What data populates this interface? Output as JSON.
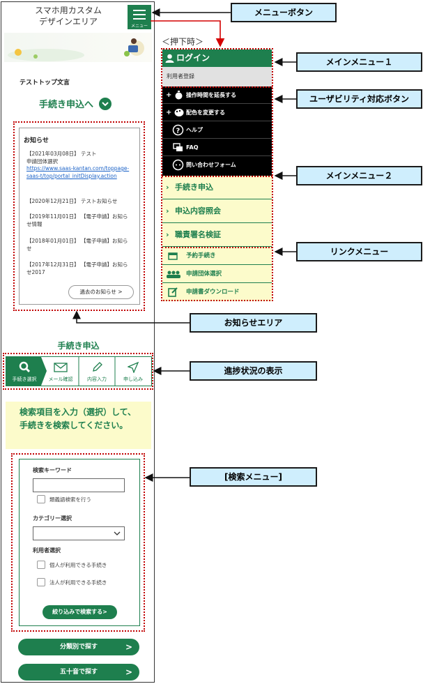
{
  "phone": {
    "design_area": [
      "スマホ用カスタム",
      "デザインエリア"
    ],
    "menu_button_label": "メニュー",
    "top_text": "テストトップ文言",
    "procedure_link": "手続き申込へ",
    "news": {
      "title": "お知らせ",
      "items": [
        {
          "date_title": "【2021年03月08日】 テスト",
          "sub": "申請団体選択",
          "link": "https://www.saas-kantan.com/toppage-saas-t/top/portal_initDisplay.action"
        },
        {
          "date_title": "【2020年12月21日】 テストお知らせ"
        },
        {
          "date_title": "【2019年11月01日】 【電子申請】お知らせ情報"
        },
        {
          "date_title": "【2018年01月01日】 【電子申請】お知らせ"
        },
        {
          "date_title": "【2017年12月31日】 【電子申請】お知らせ2017"
        }
      ],
      "past_button": "過去のお知らせ >"
    },
    "procedure_heading": "手続き申込",
    "steps": [
      "手続き選択",
      "メール確認",
      "内容入力",
      "申し込み"
    ],
    "hint": "検索項目を入力（選択）して、手続きを検索してください。",
    "search": {
      "keyword_label": "検索キーワード",
      "synonym_label": "類義語検索を行う",
      "category_label": "カテゴリー選択",
      "user_label": "利用者選択",
      "personal_label": "個人が利用できる手続き",
      "corporate_label": "法人が利用できる手続き",
      "filter_button": "絞り込みで検索する>"
    },
    "browse_buttons": [
      "分類別で探す",
      "五十音で探す"
    ],
    "gt": ">"
  },
  "menu": {
    "pressed_label": "＜押下時＞",
    "login": "ログイン",
    "register": "利用者登録",
    "black_items": [
      {
        "icon": "+",
        "label": "操作時間を延長する"
      },
      {
        "icon": "+",
        "label": "配色を変更する"
      },
      {
        "icon": "",
        "label": "ヘルプ"
      },
      {
        "icon": "",
        "label": "FAQ"
      },
      {
        "icon": "",
        "label": "問い合わせフォーム"
      }
    ],
    "main_items": [
      "手続き申込",
      "申込内容照会",
      "職責署名検証"
    ],
    "link_items": [
      "予約手続き",
      "申請団体選択",
      "申請書ダウンロード"
    ]
  },
  "callouts": {
    "menu_button": "メニューボタン",
    "main_menu_1": "メインメニュー１",
    "usability": "ユーザビリティ対応ボタン",
    "main_menu_2": "メインメニュー２",
    "link_menu": "リンクメニュー",
    "news_area": "お知らせエリア",
    "progress": "進捗状況の表示",
    "search_menu": "[検索メニュー]"
  }
}
